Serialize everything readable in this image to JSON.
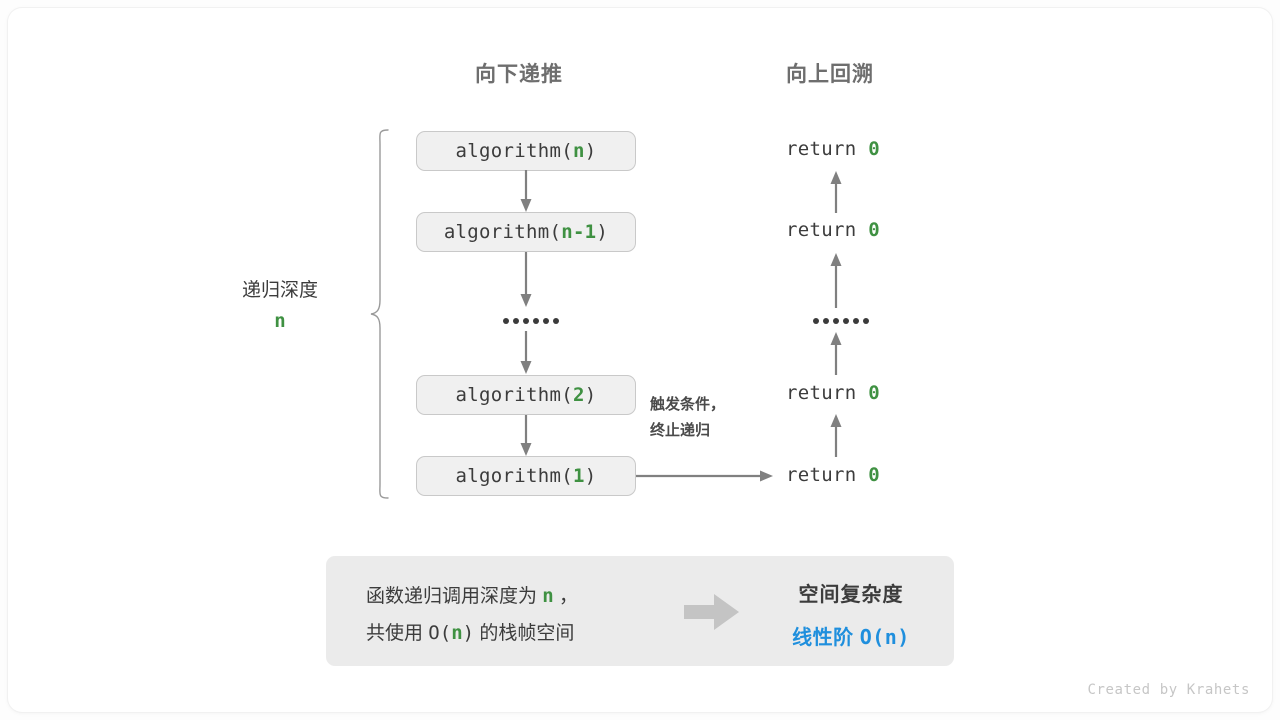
{
  "headers": {
    "down": "向下递推",
    "up": "向上回溯"
  },
  "depth": {
    "label": "递归深度",
    "value": "n"
  },
  "call_stack": [
    {
      "fn": "algorithm(",
      "arg": "n",
      "close": ")"
    },
    {
      "fn": "algorithm(",
      "arg": "n-1",
      "close": ")"
    },
    {
      "fn": "algorithm(",
      "arg": "2",
      "close": ")"
    },
    {
      "fn": "algorithm(",
      "arg": "1",
      "close": ")"
    }
  ],
  "ellipsis": "••••••",
  "returns": [
    {
      "keyword": "return",
      "value": "0"
    },
    {
      "keyword": "return",
      "value": "0"
    },
    {
      "keyword": "return",
      "value": "0"
    },
    {
      "keyword": "return",
      "value": "0"
    }
  ],
  "terminate_note": {
    "line1": "触发条件，",
    "line2": "终止递归"
  },
  "summary": {
    "line1_pre": "函数递归调用深度为",
    "line1_var": "n",
    "line1_post": "，",
    "line2_pre": "共使用",
    "line2_o": "O(",
    "line2_var": "n",
    "line2_close": ")",
    "line2_post": "的栈帧空间",
    "title": "空间复杂度",
    "value_label": "线性阶",
    "value_notation": "O(n)"
  },
  "credit": "Created by Krahets",
  "colors": {
    "green": "#3f9142",
    "blue": "#1f8fdd",
    "arrow_gray": "#808080",
    "box_fill": "#f0f0f0",
    "box_border": "#c9c9c9",
    "summary_fill": "#ebebeb"
  }
}
